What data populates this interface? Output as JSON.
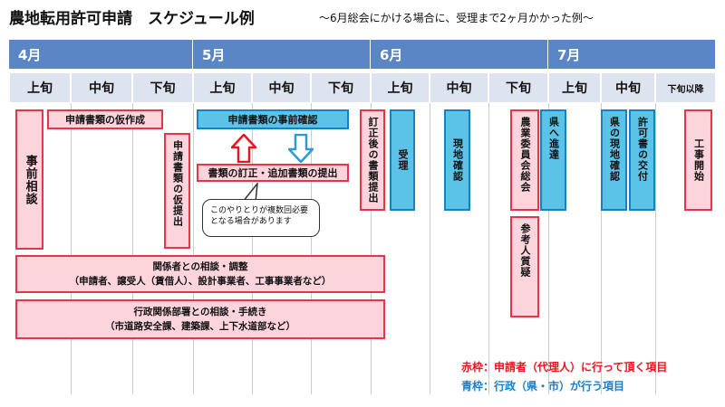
{
  "header": {
    "title": "農地転用許可申請　スケジュール例",
    "subtitle": "～6月総会にかける場合に、受理まで2ヶ月かかった例～"
  },
  "months": [
    "4月",
    "5月",
    "6月",
    "7月"
  ],
  "periods": [
    "上旬",
    "中旬",
    "下旬",
    "上旬",
    "中旬",
    "下旬",
    "上旬",
    "中旬",
    "下旬",
    "上旬",
    "中旬",
    "下旬以降"
  ],
  "tasks": {
    "jizen_soudan": "事前相談",
    "kari_sakusei": "申請書類の仮作成",
    "kari_teishutsu": "申請書類の仮提出",
    "jizen_kakunin": "申請書類の事前確認",
    "teisei_tsuika": "書類の訂正・追加書類の提出",
    "teisei_go_teishutsu": "訂正後の書類提出",
    "juri": "受理",
    "genchi_kakunin": "現地確認",
    "nougyou_soukai": "農業委員会総会",
    "sankounin_shitsugi": "参考人質疑",
    "ken_shintatsu": "県へ進達",
    "ken_genchi": "県の現地確認",
    "kyoka_koufu": "許可書の交付",
    "kouji_kaishi": "工事開始"
  },
  "bars": {
    "kankeisha_title": "関係者との相談・調整",
    "kankeisha_detail": "（申請者、譲受人（賃借人）、設計事業者、工事事業者など）",
    "gyousei_title": "行政関係部署との相談・手続き",
    "gyousei_detail": "（市道路安全課、建築課、上下水道部など）"
  },
  "callout": "このやりとりが複数回必要となる場合があります",
  "legend": {
    "red": "赤枠：申請者（代理人）に行って頂く項目",
    "blue": "青枠：行政（県・市）が行う項目"
  },
  "colors": {
    "month_header": "#5b86c5",
    "period_header": "#dde4ef",
    "applicant_fill": "#fbd4dc",
    "applicant_border": "#e8344a",
    "government_fill": "#5cc3e8",
    "government_border": "#1c7fc0",
    "arrow_red": "#e8141e",
    "arrow_blue": "#2a9ad8"
  }
}
